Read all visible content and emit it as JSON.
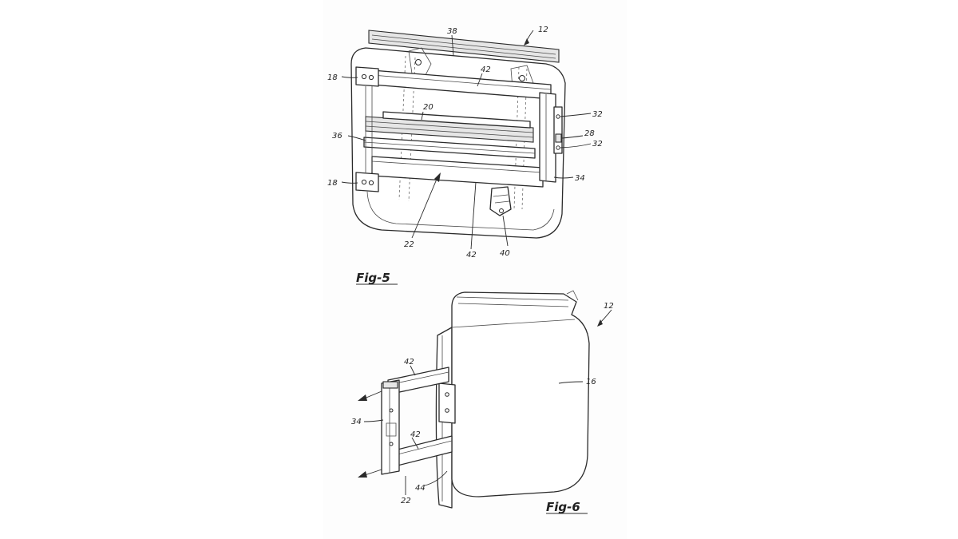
{
  "figures": {
    "fig5": {
      "label": "Fig-5",
      "refs": {
        "r12": "12",
        "r38": "38",
        "r42a": "42",
        "r18a": "18",
        "r32a": "32",
        "r20": "20",
        "r28": "28",
        "r36": "36",
        "r32b": "32",
        "r34": "34",
        "r18b": "18",
        "r22": "22",
        "r42b": "42",
        "r40": "40"
      }
    },
    "fig6": {
      "label": "Fig-6",
      "refs": {
        "r12": "12",
        "r42a": "42",
        "r16": "16",
        "r34": "34",
        "r42b": "42",
        "r22": "22",
        "r44": "44"
      }
    }
  }
}
